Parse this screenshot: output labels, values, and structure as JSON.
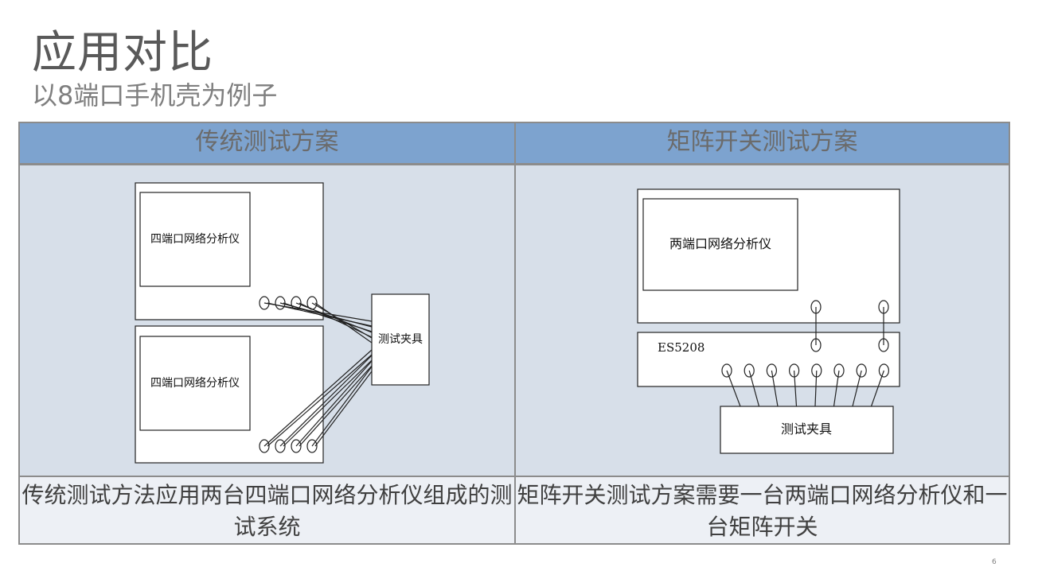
{
  "slide": {
    "title": "应用对比",
    "subtitle": "以8端口手机壳为例子",
    "page_number": "6"
  },
  "table": {
    "headers": [
      "传统测试方案",
      "矩阵开关测试方案"
    ],
    "captions": [
      "传统测试方法应用两台四端口网络分析仪组成的测试系统",
      "矩阵开关测试方案需要一台两端口网络分析仪和一台矩阵开关"
    ]
  },
  "left_diagram": {
    "analyzer_top_label": "四端口网络分析仪",
    "analyzer_bottom_label": "四端口网络分析仪",
    "fixture_label": "测试夹具",
    "ports_per_analyzer": 4
  },
  "right_diagram": {
    "analyzer_label": "两端口网络分析仪",
    "switch_label": "ES5208",
    "fixture_label": "测试夹具",
    "analyzer_ports": 2,
    "switch_ports": 8
  }
}
